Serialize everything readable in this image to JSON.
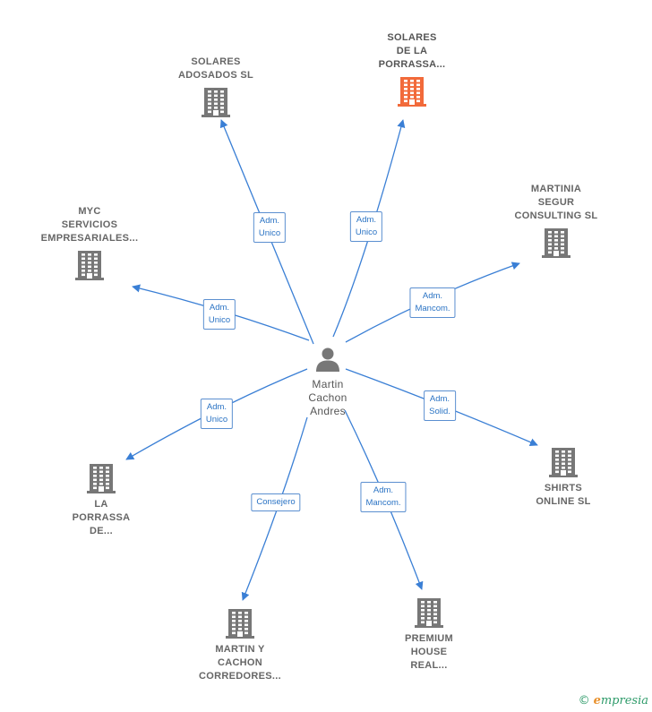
{
  "center": {
    "label": [
      "Martin",
      "Cachon",
      "Andres"
    ],
    "icon": "person-icon"
  },
  "colors": {
    "edge": "#3a7fd5",
    "building": "#777777",
    "building_focus": "#f26a3a",
    "label_text": "#666666"
  },
  "nodes": [
    {
      "id": "solares-adosados",
      "label": [
        "SOLARES",
        "ADOSADOS  SL"
      ],
      "focus": false,
      "icon": "building-icon"
    },
    {
      "id": "solares-porrassa",
      "label": [
        "SOLARES",
        "DE LA",
        "PORRASSA..."
      ],
      "focus": true,
      "icon": "building-icon"
    },
    {
      "id": "martinia-segur",
      "label": [
        "MARTINIA",
        "SEGUR",
        "CONSULTING SL"
      ],
      "focus": false,
      "icon": "building-icon"
    },
    {
      "id": "myc-servicios",
      "label": [
        "MYC",
        "SERVICIOS",
        "EMPRESARIALES..."
      ],
      "focus": false,
      "icon": "building-icon"
    },
    {
      "id": "la-porrassa",
      "label": [
        "LA",
        "PORRASSA",
        "DE..."
      ],
      "focus": false,
      "icon": "building-icon"
    },
    {
      "id": "shirts-online",
      "label": [
        "SHIRTS",
        "ONLINE SL"
      ],
      "focus": false,
      "icon": "building-icon"
    },
    {
      "id": "martin-cachon-corredores",
      "label": [
        "MARTIN Y",
        "CACHON",
        "CORREDORES..."
      ],
      "focus": false,
      "icon": "building-icon"
    },
    {
      "id": "premium-house",
      "label": [
        "PREMIUM",
        "HOUSE",
        "REAL..."
      ],
      "focus": false,
      "icon": "building-icon"
    }
  ],
  "edges": [
    {
      "to": "solares-adosados",
      "label": [
        "Adm.",
        "Unico"
      ]
    },
    {
      "to": "solares-porrassa",
      "label": [
        "Adm.",
        "Unico"
      ]
    },
    {
      "to": "martinia-segur",
      "label": [
        "Adm.",
        "Mancom."
      ]
    },
    {
      "to": "myc-servicios",
      "label": [
        "Adm.",
        "Unico"
      ]
    },
    {
      "to": "la-porrassa",
      "label": [
        "Adm.",
        "Unico"
      ]
    },
    {
      "to": "shirts-online",
      "label": [
        "Adm.",
        "Solid."
      ]
    },
    {
      "to": "martin-cachon-corredores",
      "label": [
        "Consejero"
      ]
    },
    {
      "to": "premium-house",
      "label": [
        "Adm.",
        "Mancom."
      ]
    }
  ],
  "brand": {
    "copyright": "©",
    "name": "mpresia",
    "initial": "e"
  }
}
